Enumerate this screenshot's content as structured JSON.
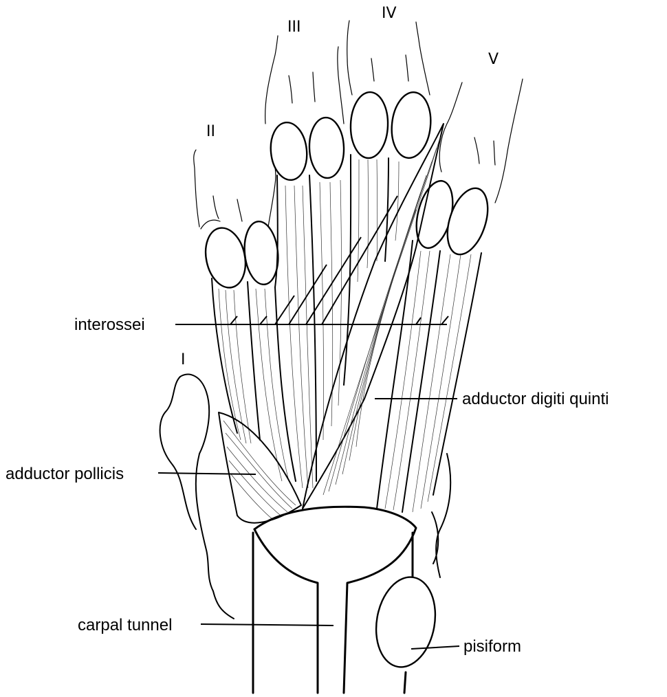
{
  "labels": {
    "interossei": "interossei",
    "adductor_digiti_quinti": "adductor digiti quinti",
    "adductor_pollicis": "adductor pollicis",
    "carpal_tunnel": "carpal tunnel",
    "pisiform": "pisiform"
  },
  "digits": {
    "I": "I",
    "II": "II",
    "III": "III",
    "IV": "IV",
    "V": "V"
  }
}
